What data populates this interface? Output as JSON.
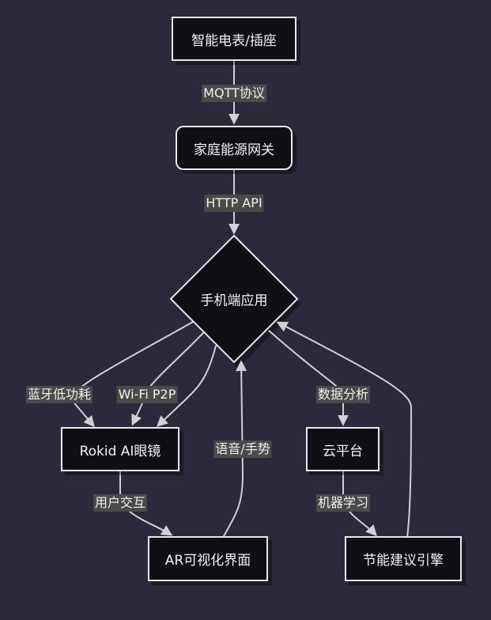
{
  "nodes": {
    "meter": "智能电表/插座",
    "gateway": "家庭能源网关",
    "mobile_app": "手机端应用",
    "glasses": "Rokid AI眼镜",
    "cloud": "云平台",
    "ar_ui": "AR可视化界面",
    "engine": "节能建议引擎"
  },
  "edges": {
    "mqtt": "MQTT协议",
    "http": "HTTP API",
    "bluetooth": "蓝牙低功耗",
    "wifi": "Wi-Fi P2P",
    "analysis": "数据分析",
    "interaction": "用户交互",
    "voice": "语音/手势",
    "ml": "机器学习"
  },
  "colors": {
    "background": "#2b2a3a",
    "node_fill": "#0f0f14",
    "node_border": "#e8e8ee",
    "edge": "#d0d0d6",
    "label_bg": "#4a4a48"
  }
}
